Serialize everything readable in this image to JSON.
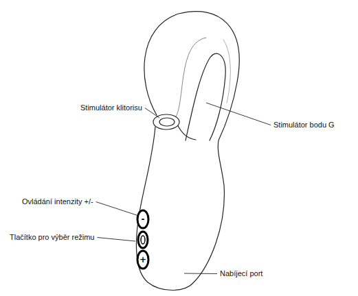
{
  "diagram": {
    "labels": [
      "Stimulátor klitorisu",
      "Stimulátor bodu G",
      "Ovládání intenzity +/-",
      "Tlačítko pro výběr režimu",
      "Nabíjecí port",
      "-",
      "+"
    ]
  }
}
